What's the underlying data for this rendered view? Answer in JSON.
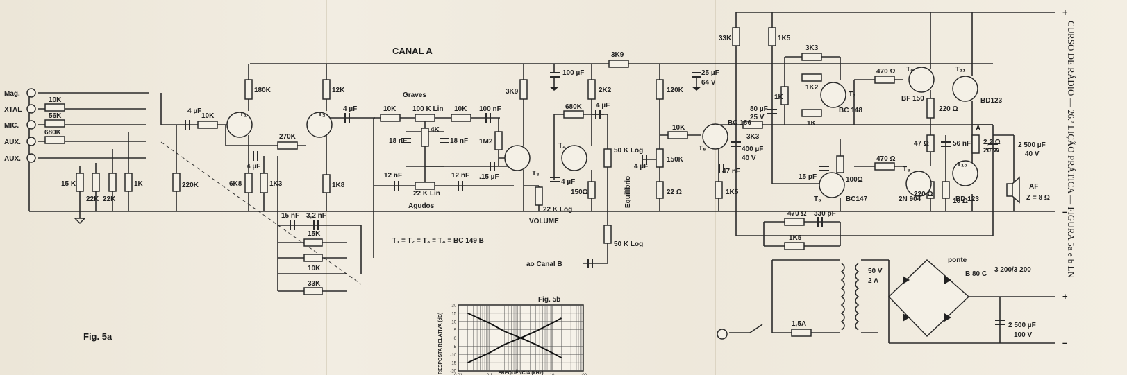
{
  "title": "CANAL A",
  "inputs": [
    "Mag.",
    "XTAL",
    "MIC.",
    "AUX.",
    "AUX."
  ],
  "resistors": {
    "in10k": "10K",
    "in56k": "56K",
    "in680k": "680K",
    "g15k": "15 K",
    "g22k1": "22K",
    "g22k2": "22K",
    "g1k": "1K",
    "r220k": "220K",
    "r10k_b": "10K",
    "r180k": "180K",
    "r12k": "12K",
    "r270k": "270K",
    "r6k8": "6K8",
    "r1k3": "1K3",
    "r1k8": "1K8",
    "f15k": "15K",
    "f10k": "10K",
    "f33k": "33K",
    "t10k": "10K",
    "t100klin": "100 K Lin",
    "t4k": "4K",
    "t10k2": "10K",
    "t1m2": "1M2",
    "t22klin": "22 K Lin",
    "t3k9": "3K9",
    "v22klog": "22 K Log",
    "t680k": "680K",
    "t2k2": "2K2",
    "t150": "150Ω",
    "bal50k": "50 K Log",
    "bal50k2": "50 K Log",
    "r3k9top": "3K9",
    "r120k": "120K",
    "r10kd": "10K",
    "r150k": "150K",
    "r22": "22 Ω",
    "r33k": "33K",
    "r1k5a": "1K5",
    "r3k3a": "3K3",
    "r1k5b": "1K5",
    "r3k3b": "3K3",
    "r1k2": "1K2",
    "r1k_a": "1K",
    "r1k_b": "1K",
    "r100": "100Ω",
    "r470a": "470 Ω",
    "r220": "220 Ω",
    "r47": "47 Ω",
    "r470b": "470 Ω",
    "r220b": "220 Ω",
    "r10": "10 Ω",
    "r2_2": "2,2 Ω",
    "r20w": "20 W",
    "fb470": "470 Ω",
    "fb1k5": "1K5"
  },
  "capacitors": {
    "c4uf1": "4 µF",
    "c4uf2": "4 µF",
    "c4uf3": "4 µF",
    "c15nf": "15 nF",
    "c3_2nf": "3,2 nF",
    "c18nf1": "18 nF",
    "c18nf2": "18 nF",
    "c100nf": "100 nF",
    "c12nf1": "12 nF",
    "c12nf2": "12 nF",
    "c15uf": ".15 µF",
    "c4uf4": "4 µF",
    "c4uf5": "4 µF",
    "c4uf6": "4 µF",
    "c100uf": "100 µF",
    "c25uf": "25 µF",
    "c64v": "64 V",
    "c80uf": "80 µF",
    "c25v": "25 V",
    "c400uf": "400 µF",
    "c40v": "40 V",
    "c47nf": "47 nF",
    "c15pf": "15 pF",
    "c56nf": "56 nF",
    "c2500uf": "2 500 µF",
    "c40v2": "40 V",
    "c330pf": "330 pF",
    "c2500uf2": "2 500 µF",
    "c100v": "100 V"
  },
  "labels": {
    "graves": "Graves",
    "agudos": "Agudos",
    "volume": "VOLUME",
    "equilibrio": "Equilíbrio",
    "aocanalb": "ao Canal B",
    "transistors_eq": "T₁ = T₂ = T₃ = T₄ = BC 149 B",
    "fig5a": "Fig. 5a",
    "fig5b": "Fig. 5b",
    "t1": "T₁",
    "t2": "T₂",
    "t3": "T₃",
    "t4": "T₄",
    "t5": "T₅",
    "t6": "T₆",
    "t7": "T₇",
    "t8": "T₈",
    "t9": "T₉",
    "t10": "T₁₀",
    "t11": "T₁₁",
    "bc186": "BC 186",
    "bc148": "BC 148",
    "bc147": "BC147",
    "bf150": "BF 150",
    "bd123a": "BD123",
    "bd123b": "BD 123",
    "n904": "2N 904",
    "pointA": "A",
    "af": "AF",
    "z": "Z = 8 Ω",
    "plus1": "+",
    "minus1": "–",
    "plus2": "+",
    "minus2": "–",
    "v50": "50 V",
    "a2": "2 A",
    "fuse": "1,5A",
    "ponte": "ponte",
    "b80c": "B 80 C",
    "b80frac": "3 200/3 200"
  },
  "side_text": "CURSO DE RÁDIO — 26.ª LIÇÃO PRÁTICA — FIGURA 5a e b   LN",
  "graph": {
    "ylabel": "RESPOSTA RELATIVA (dB)",
    "xlabel": "FREQUÊNCIA (kHz)",
    "yticks": [
      "20",
      "15",
      "10",
      "5",
      "0",
      "-5",
      "-10",
      "-15",
      "-20"
    ],
    "xticks": [
      "0,01",
      "0,1",
      "1",
      "10",
      "100"
    ]
  },
  "chart_data": {
    "type": "line",
    "title": "Fig. 5b",
    "xlabel": "FREQUÊNCIA (kHz)",
    "ylabel": "RESPOSTA RELATIVA (dB)",
    "x_scale": "log",
    "xlim": [
      0.01,
      100
    ],
    "ylim": [
      -20,
      20
    ],
    "grid": true,
    "series": [
      {
        "x": [
          0.02,
          0.1,
          0.3,
          1,
          3,
          10,
          20
        ],
        "y": [
          15,
          9,
          4,
          0,
          -4,
          -9,
          -12
        ]
      },
      {
        "x": [
          0.02,
          0.1,
          0.3,
          1,
          3,
          10,
          20
        ],
        "y": [
          -15,
          -9,
          -4,
          0,
          4,
          9,
          12
        ]
      }
    ]
  }
}
